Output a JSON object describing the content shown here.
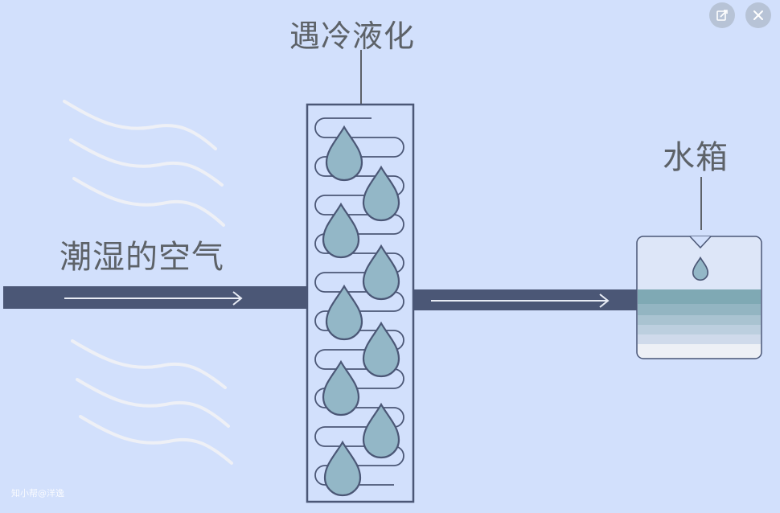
{
  "labels": {
    "condensation": "遇冷液化",
    "water_tank": "水箱",
    "humid_air": "潮湿的空气"
  },
  "watermark": "知小帮@洋逸",
  "toolbar": {
    "edit_icon": "edit-image-icon",
    "close_icon": "close-icon"
  },
  "colors": {
    "background": "#d2e0fc",
    "pipe": "#4b5776",
    "droplet": "#93b7c7",
    "outline": "#4b5776",
    "wave": "#eef0f6",
    "label": "#5d6268"
  }
}
